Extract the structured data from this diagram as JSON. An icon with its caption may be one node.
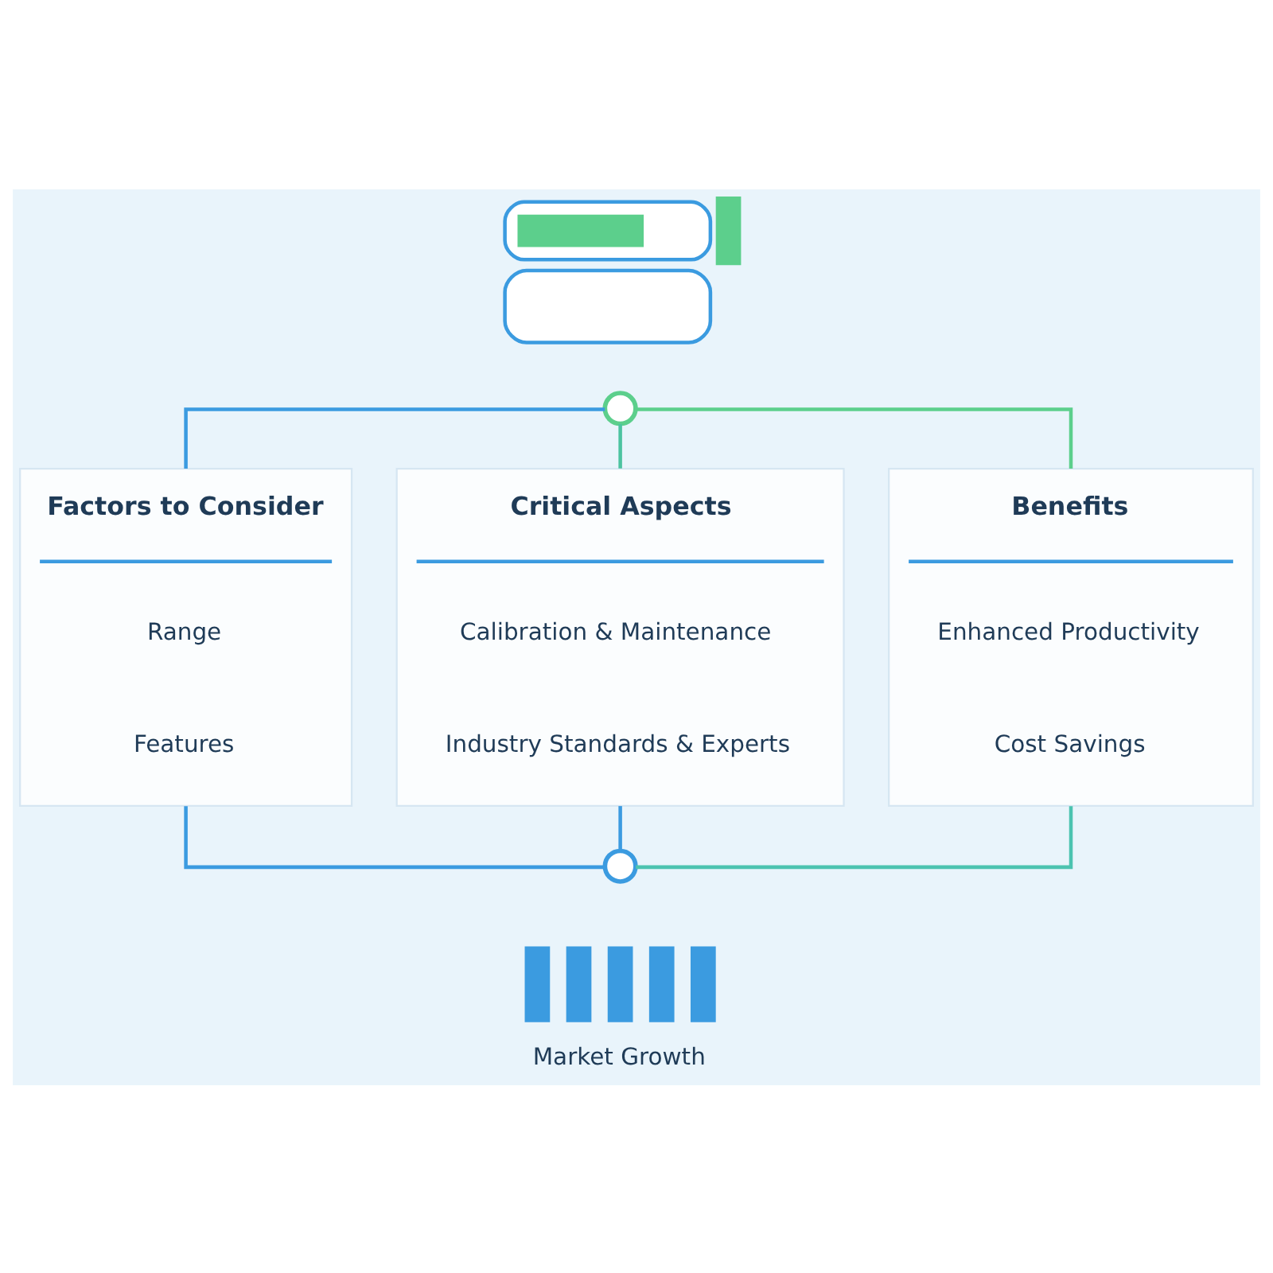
{
  "diagram": {
    "nodes": [
      {
        "text": [],
        "shape": "picture"
      },
      {
        "text": [],
        "shape": "circle"
      },
      {
        "text": [
          "Factors to Consider",
          "Range",
          "Features"
        ]
      },
      {
        "text": [
          "Critical Aspects",
          "Calibration & Maintenance",
          "Industry Standards & Experts"
        ]
      },
      {
        "text": [
          "Benefits",
          "Enhanced Productivity",
          "Cost Savings"
        ]
      },
      {
        "text": [],
        "shape": "circle"
      },
      {
        "text": [
          "Market Growth"
        ]
      }
    ],
    "edges": [
      {
        "from": 1,
        "to": 2,
        "arrow": "none"
      },
      {
        "from": 1,
        "to": 3,
        "arrow": "none",
        "color": "#4cc3a0"
      },
      {
        "from": 1,
        "to": 4,
        "arrow": "none",
        "color": "#5ccf8c"
      },
      {
        "from": 2,
        "to": 5,
        "arrow": "none"
      },
      {
        "from": 3,
        "to": 5,
        "arrow": "none"
      },
      {
        "from": 4,
        "to": 5,
        "arrow": "none",
        "color": "#4cc3b0"
      }
    ]
  }
}
